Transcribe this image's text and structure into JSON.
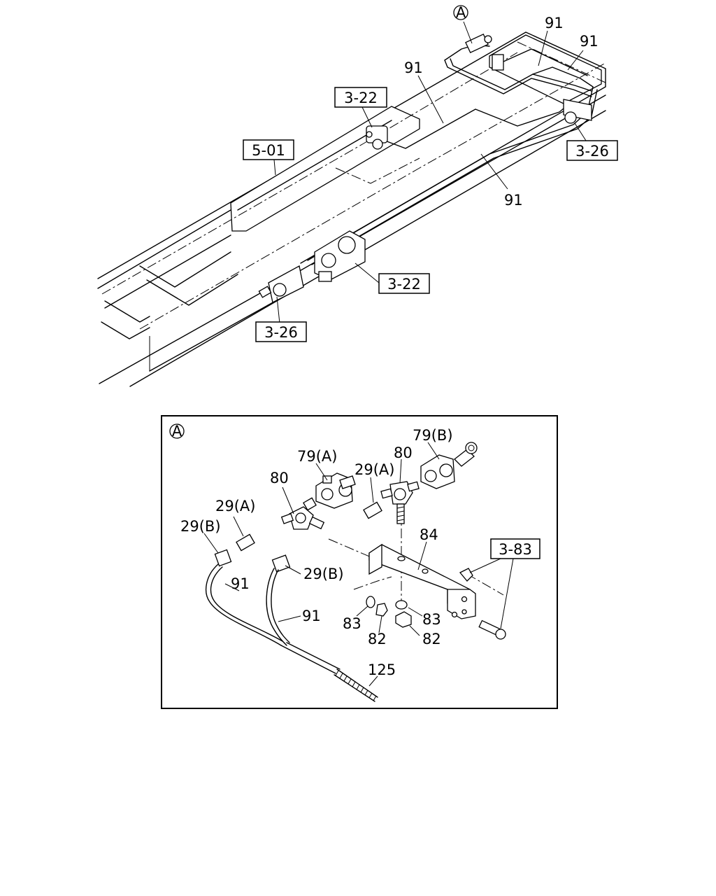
{
  "overview": {
    "callout_circle": "A",
    "labels": {
      "pipe_91_a": "91",
      "pipe_91_b": "91",
      "pipe_91_c": "91",
      "pipe_91_d": "91"
    },
    "refs": {
      "ref_3_22_top": "3-22",
      "ref_5_01": "5-01",
      "ref_3_26_right": "3-26",
      "ref_3_22_bottom": "3-22",
      "ref_3_26_bottom": "3-26"
    }
  },
  "detail": {
    "callout_circle": "A",
    "labels": {
      "p79a": "79(A)",
      "p79b": "79(B)",
      "p80_left": "80",
      "p80_right": "80",
      "p29a_left": "29(A)",
      "p29a_right": "29(A)",
      "p29b_left": "29(B)",
      "p29b_right": "29(B)",
      "p84": "84",
      "p91_left": "91",
      "p91_right": "91",
      "p83_left": "83",
      "p83_right": "83",
      "p82_left": "82",
      "p82_right": "82",
      "p125": "125"
    },
    "refs": {
      "ref_3_83": "3-83"
    }
  }
}
